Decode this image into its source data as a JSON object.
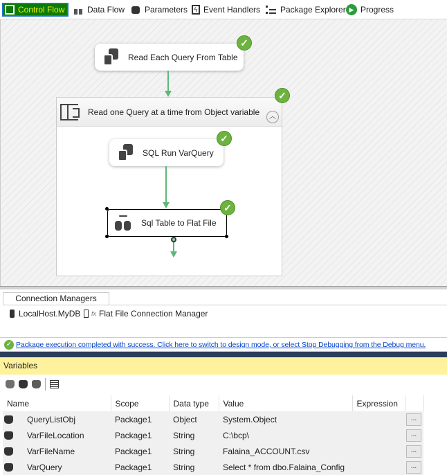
{
  "tabs": [
    {
      "label": "Control Flow",
      "icon": "control-flow-icon",
      "selected": true
    },
    {
      "label": "Data Flow",
      "icon": "data-flow-icon"
    },
    {
      "label": "Parameters",
      "icon": "parameters-icon"
    },
    {
      "label": "Event Handlers",
      "icon": "event-handlers-icon"
    },
    {
      "label": "Package Explorer",
      "icon": "package-explorer-icon"
    },
    {
      "label": "Progress",
      "icon": "progress-play-icon"
    }
  ],
  "canvas": {
    "task1": "Read Each Query From Table",
    "container": "Read one Query at a time from Object variable",
    "task2": "SQL Run VarQuery",
    "task3": "Sql Table to Flat File",
    "status_color": "#6db33f",
    "precedence_color": "#5cb878"
  },
  "connection_managers": {
    "tab": "Connection Managers",
    "items": [
      "LocalHost.MyDB",
      "Flat File Connection Manager"
    ]
  },
  "status_message": "Package execution completed with success. Click here to switch to design mode, or select Stop Debugging from the Debug menu.",
  "variables": {
    "title": "Variables",
    "columns": [
      "Name",
      "Scope",
      "Data type",
      "Value",
      "Expression"
    ],
    "rows": [
      {
        "name": "QueryListObj",
        "scope": "Package1",
        "type": "Object",
        "value": "System.Object",
        "expression": ""
      },
      {
        "name": "VarFileLocation",
        "scope": "Package1",
        "type": "String",
        "value": "C:\\bcp\\",
        "expression": ""
      },
      {
        "name": "VarFileName",
        "scope": "Package1",
        "type": "String",
        "value": "Falaina_ACCOUNT.csv",
        "expression": ""
      },
      {
        "name": "VarQuery",
        "scope": "Package1",
        "type": "String",
        "value": "Select * from dbo.Falaina_Config",
        "expression": ""
      }
    ],
    "ellipsis": "..."
  }
}
